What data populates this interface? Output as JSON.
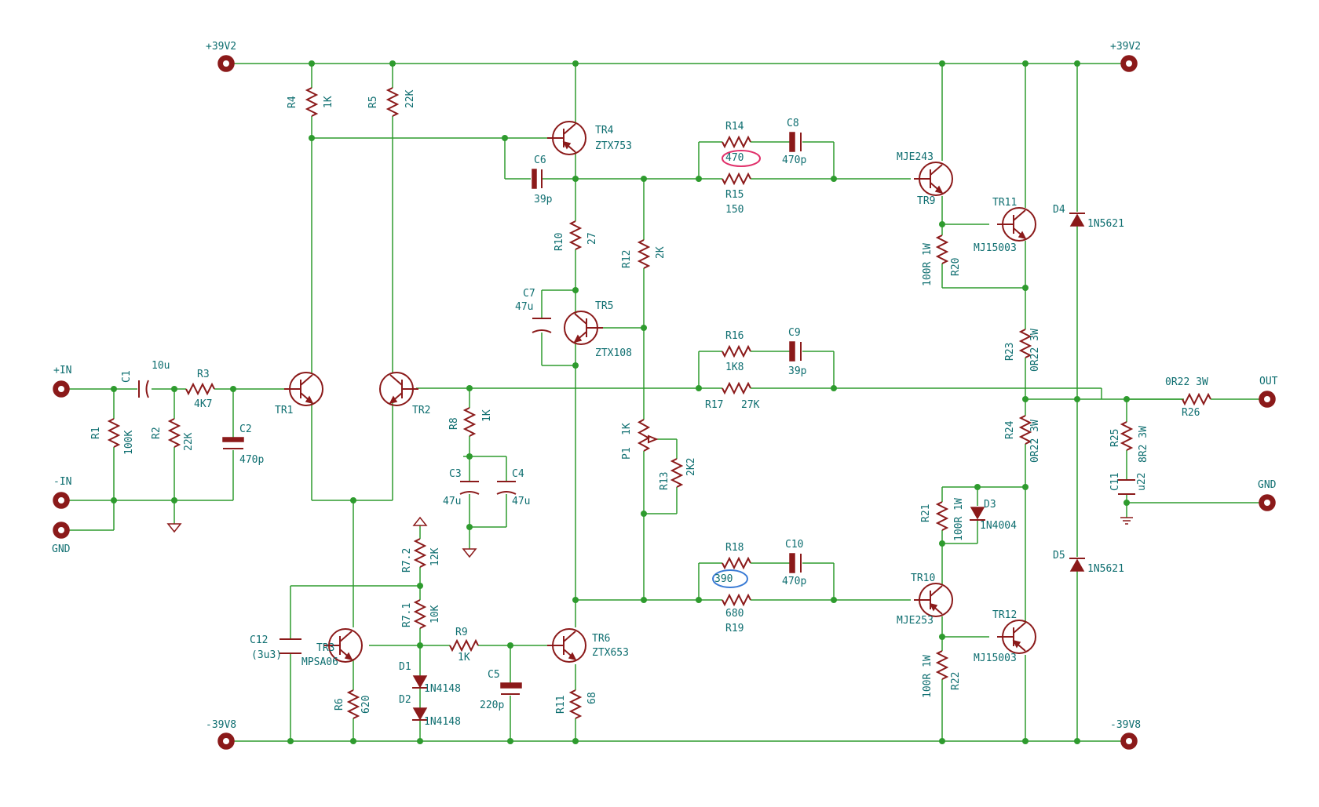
{
  "rails": {
    "pos_left": "+39V2",
    "pos_right": "+39V2",
    "neg_left": "-39V8",
    "neg_right": "-39V8"
  },
  "io": {
    "in_pos": "+IN",
    "in_neg": "-IN",
    "gnd_left": "GND",
    "out": "OUT",
    "gnd_right": "GND"
  },
  "parts": [
    {
      "ref": "R4",
      "val": "1K"
    },
    {
      "ref": "R5",
      "val": "22K"
    },
    {
      "ref": "R1",
      "val": "100K"
    },
    {
      "ref": "C1",
      "val": "10u"
    },
    {
      "ref": "R3",
      "val": "4K7"
    },
    {
      "ref": "R2",
      "val": "22K"
    },
    {
      "ref": "C2",
      "val": "470p"
    },
    {
      "ref": "TR1",
      "val": ""
    },
    {
      "ref": "TR2",
      "val": ""
    },
    {
      "ref": "TR4",
      "val": "ZTX753"
    },
    {
      "ref": "C6",
      "val": "39p"
    },
    {
      "ref": "R10",
      "val": "27"
    },
    {
      "ref": "C7",
      "val": "47u"
    },
    {
      "ref": "TR5",
      "val": "ZTX108"
    },
    {
      "ref": "R12",
      "val": "2K"
    },
    {
      "ref": "P1",
      "val": "1K"
    },
    {
      "ref": "R13",
      "val": "2K2"
    },
    {
      "ref": "R8",
      "val": "1K"
    },
    {
      "ref": "C3",
      "val": "47u"
    },
    {
      "ref": "C4",
      "val": "47u"
    },
    {
      "ref": "R14",
      "val": "470"
    },
    {
      "ref": "C8",
      "val": "470p"
    },
    {
      "ref": "R15",
      "val": "150"
    },
    {
      "ref": "R16",
      "val": "1K8"
    },
    {
      "ref": "C9",
      "val": "39p"
    },
    {
      "ref": "R17",
      "val": "27K"
    },
    {
      "ref": "R18",
      "val": "390"
    },
    {
      "ref": "C10",
      "val": "470p"
    },
    {
      "ref": "R19",
      "val": "680"
    },
    {
      "ref": "TR9",
      "val": "MJE243"
    },
    {
      "ref": "TR11",
      "val": "MJ15003"
    },
    {
      "ref": "R20",
      "val": "100R 1W"
    },
    {
      "ref": "R23",
      "val": "0R22 3W"
    },
    {
      "ref": "R24",
      "val": "0R22 3W"
    },
    {
      "ref": "TR10",
      "val": "MJE253"
    },
    {
      "ref": "TR12",
      "val": "MJ15003"
    },
    {
      "ref": "R22",
      "val": "100R 1W"
    },
    {
      "ref": "R21",
      "val": "100R 1W"
    },
    {
      "ref": "D3",
      "val": "1N4004"
    },
    {
      "ref": "D4",
      "val": "1N5621"
    },
    {
      "ref": "D5",
      "val": "1N5621"
    },
    {
      "ref": "R26",
      "val": "0R22 3W"
    },
    {
      "ref": "R25",
      "val": "8R2 3W"
    },
    {
      "ref": "C11",
      "val": "u22"
    },
    {
      "ref": "C12",
      "val": "(3u3)"
    },
    {
      "ref": "TR3",
      "val": "MPSA06"
    },
    {
      "ref": "R6",
      "val": "620"
    },
    {
      "ref": "R7.2",
      "val": "12K"
    },
    {
      "ref": "R7.1",
      "val": "10K"
    },
    {
      "ref": "R9",
      "val": "1K"
    },
    {
      "ref": "D1",
      "val": "1N4148"
    },
    {
      "ref": "D2",
      "val": "1N4148"
    },
    {
      "ref": "C5",
      "val": "220p"
    },
    {
      "ref": "TR6",
      "val": "ZTX653"
    },
    {
      "ref": "R11",
      "val": "68"
    }
  ],
  "colors": {
    "wire": "#2e9b2e",
    "component": "#8b1a1a",
    "text": "#0e6e70",
    "highlight_red": "#e0306a",
    "highlight_blue": "#3a7bd5"
  }
}
